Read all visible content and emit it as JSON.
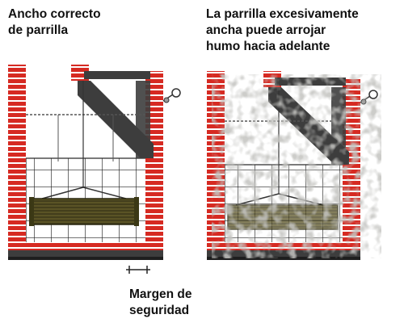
{
  "labels": {
    "left_title": "Ancho correcto\nde parrilla",
    "right_title": "La parrilla excesivamente\nancha puede arrojar\nhumo hacia adelante",
    "safety_margin": "Margen de\nseguridad"
  },
  "colors": {
    "brick": "#d62a22",
    "mortar": "#ffffff",
    "steel": "#3d3d3d",
    "tile_line": "#222222",
    "grill": "#4f4a20",
    "smoke": "#9a9a96",
    "text": "#111111"
  }
}
